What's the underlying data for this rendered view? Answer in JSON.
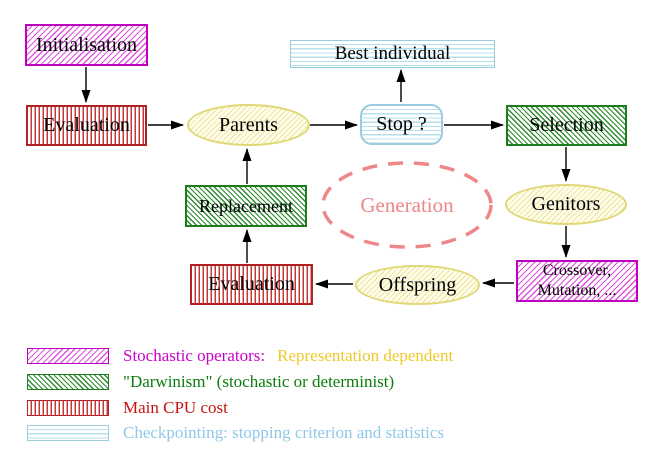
{
  "nodes": {
    "initialisation": {
      "label": "Initialisation"
    },
    "evaluation_top": {
      "label": "Evaluation"
    },
    "best_individual": {
      "label": "Best individual"
    },
    "parents": {
      "label": "Parents"
    },
    "stop": {
      "label": "Stop ?"
    },
    "selection": {
      "label": "Selection"
    },
    "replacement": {
      "label": "Replacement"
    },
    "generation": {
      "label": "Generation"
    },
    "genitors": {
      "label": "Genitors"
    },
    "evaluation_bottom": {
      "label": "Evaluation"
    },
    "offspring": {
      "label": "Offspring"
    },
    "crossover_mutation": {
      "line1": "Crossover,",
      "line2": "Mutation, ..."
    }
  },
  "legend": {
    "items": [
      {
        "label": "Stochastic operators:",
        "label2": "Representation dependent"
      },
      {
        "label": "\"Darwinism\" (stochastic or determinist)"
      },
      {
        "label": "Main CPU cost"
      },
      {
        "label": "Checkpointing: stopping criterion and statistics"
      }
    ]
  },
  "colors": {
    "magenta": "#c000c0",
    "green": "#1e7b1e",
    "red": "#b22222",
    "cyan": "#9accdd",
    "yellow_border": "#e0d878",
    "salmon": "#ee8787",
    "gold_text": "#eec928",
    "light_blue_text": "#8fc8e8",
    "arrow": "#000000"
  }
}
